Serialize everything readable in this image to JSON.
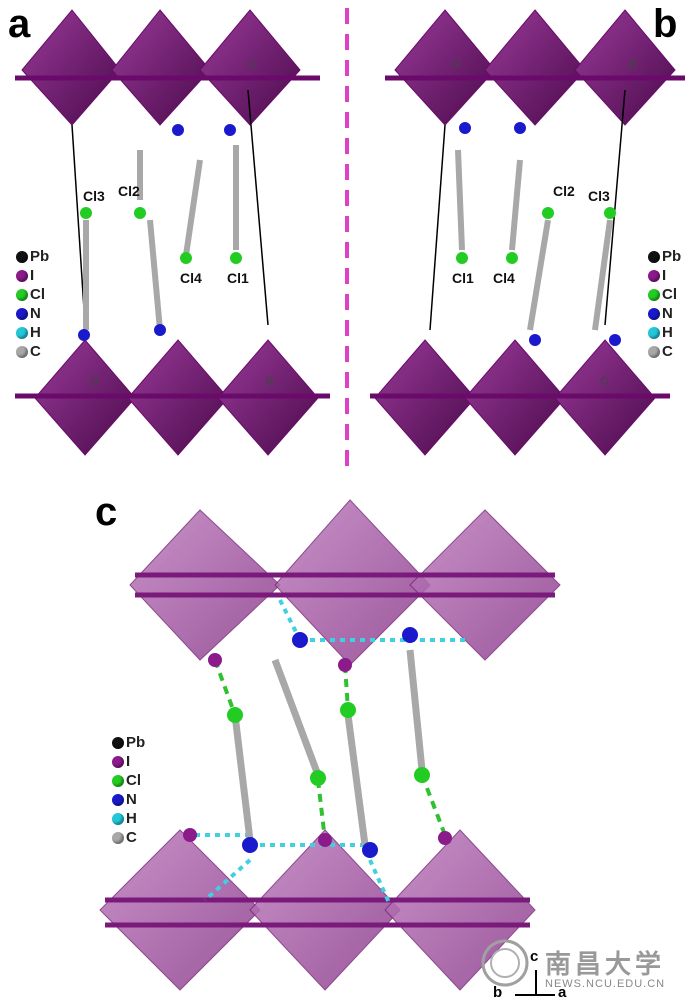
{
  "panels": {
    "a": "a",
    "b": "b",
    "c": "c"
  },
  "legend_items": [
    {
      "label": "Pb",
      "color": "#111111"
    },
    {
      "label": "I",
      "color": "#8b1a8b"
    },
    {
      "label": "Cl",
      "color": "#22cc22"
    },
    {
      "label": "N",
      "color": "#1a1acc"
    },
    {
      "label": "H",
      "color": "#22c8d8"
    },
    {
      "label": "C",
      "color": "#a8a8a8"
    }
  ],
  "panel_a_labels": {
    "cl3": "Cl3",
    "cl2": "Cl2",
    "cl4": "Cl4",
    "cl1": "Cl1",
    "cell_c": "c",
    "cell_o": "o",
    "cell_a": "a"
  },
  "panel_b_labels": {
    "cl1": "Cl1",
    "cl4": "Cl4",
    "cl2": "Cl2",
    "cl3": "Cl3",
    "cell_o": "o",
    "cell_a": "a",
    "cell_c": "c"
  },
  "axes_c": {
    "c": "c",
    "b": "b",
    "a": "a"
  },
  "watermark": {
    "chinese": "南昌大学",
    "url": "NEWS.NCU.EDU.CN"
  },
  "colors": {
    "octahedron": "#7a1a7a",
    "iodine": "#8b1a8b",
    "divider": "#e040c8",
    "hbond": "#40d0e0",
    "halogen_bond": "#30c030"
  }
}
